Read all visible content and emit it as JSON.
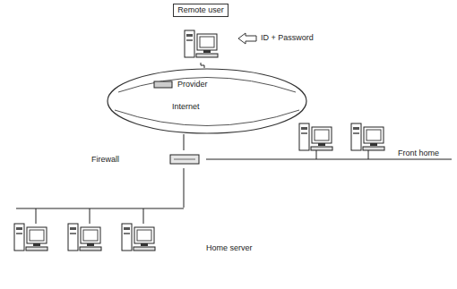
{
  "diagram": {
    "nodes": [
      {
        "text": [
          "Remote user"
        ]
      },
      {
        "text": [
          "Provider",
          "Internet"
        ]
      },
      {
        "text": [
          "Firewall"
        ]
      },
      {
        "text": [
          "Front home"
        ]
      },
      {
        "text": [
          "Home server"
        ]
      }
    ],
    "edges": [
      {
        "from": 0,
        "to": 1,
        "arrow": "none"
      },
      {
        "from": 1,
        "to": 2,
        "arrow": "none"
      },
      {
        "from": 2,
        "to": 3,
        "arrow": "none"
      },
      {
        "from": 2,
        "to": 4,
        "arrow": "none"
      }
    ],
    "labels": [
      "ID + Password"
    ]
  }
}
